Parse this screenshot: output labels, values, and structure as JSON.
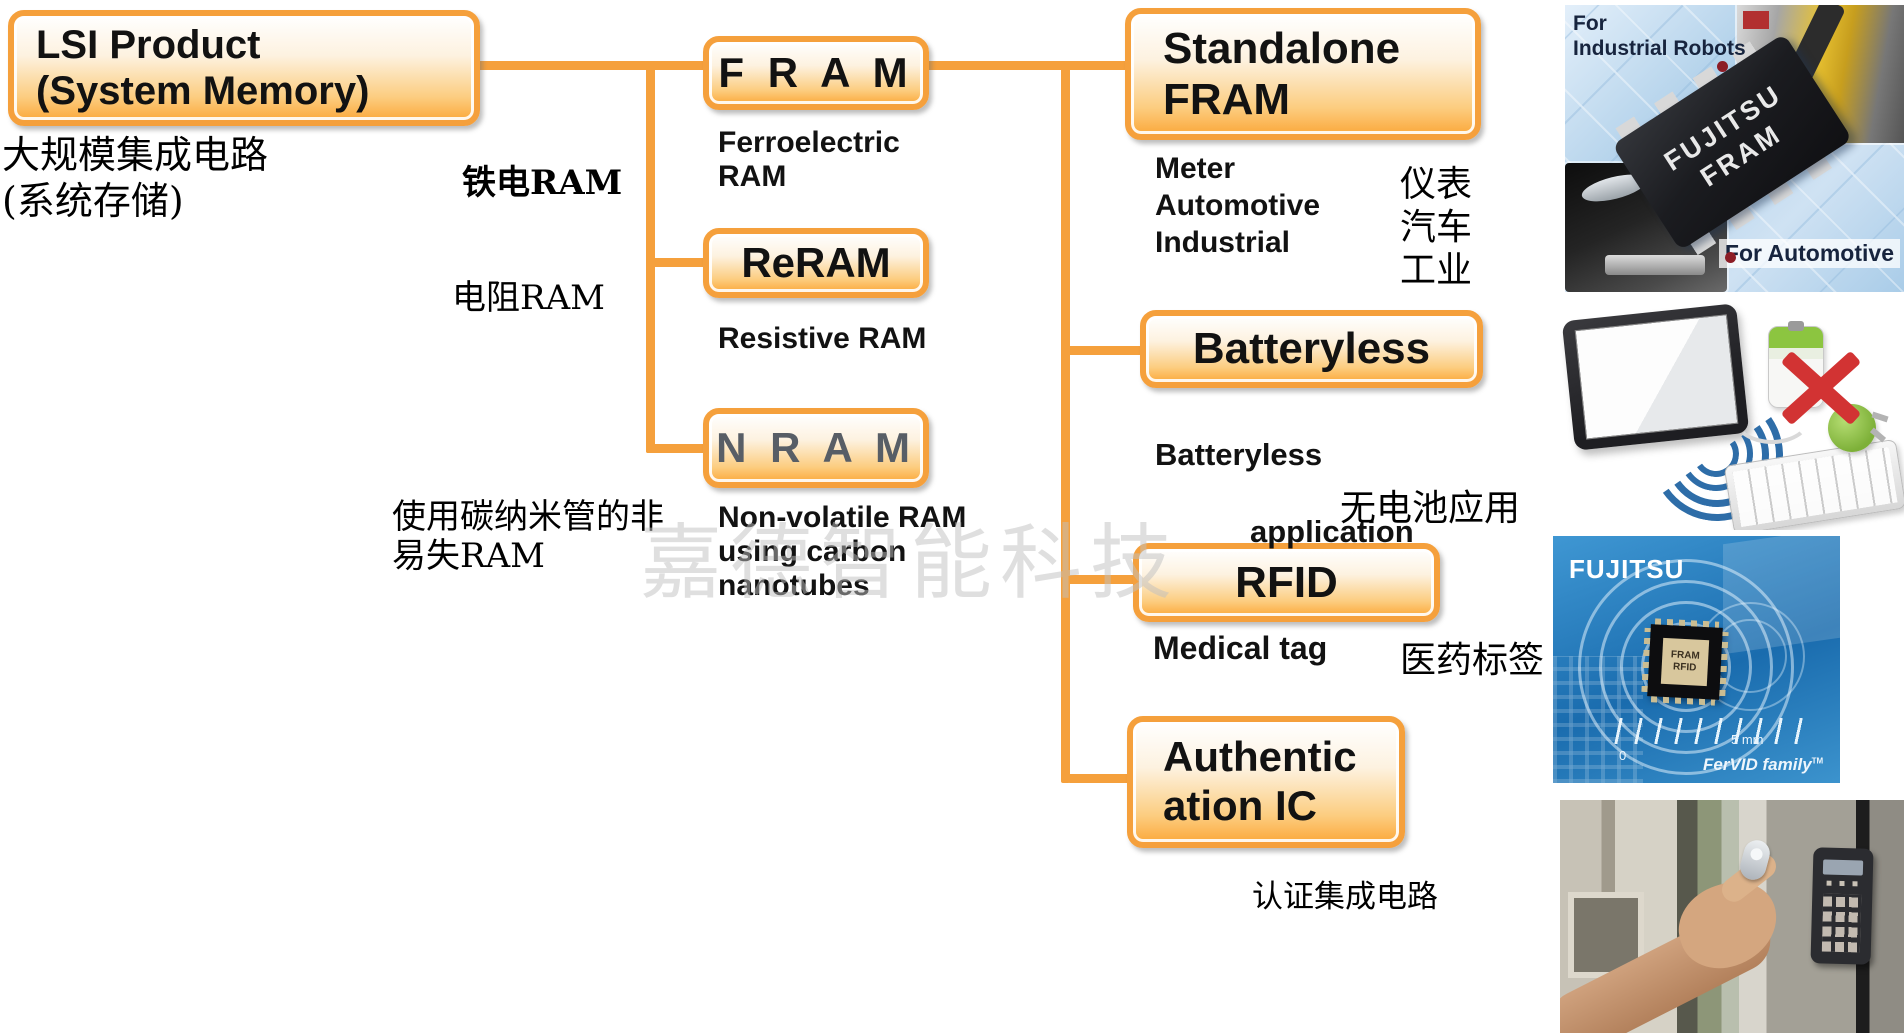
{
  "colors": {
    "accent": "#F5A03C",
    "nram_text": "#585E66",
    "watermark_gray": "#C0C0C0"
  },
  "watermark": "嘉德智能科技",
  "nodes": {
    "root": {
      "label": "LSI Product\n(System Memory)",
      "cn": "大规模集成电路\n(系统存储)"
    },
    "fram": {
      "label": "F R A M",
      "sub": "Ferroelectric\nRAM",
      "cn": "铁电RAM"
    },
    "reram": {
      "label": "ReRAM",
      "sub": "Resistive RAM",
      "cn": "电阻RAM"
    },
    "nram": {
      "label": "N R A M",
      "sub": "Non-volatile RAM\nusing carbon\nnanotubes",
      "cn": "使用碳纳米管的非\n易失RAM"
    },
    "standalone": {
      "label": "Standalone\nFRAM",
      "sub": "Meter\nAutomotive\nIndustrial",
      "cn": "仪表\n汽车\n工业"
    },
    "batteryless": {
      "label": "Batteryless",
      "sub_line1": "Batteryless",
      "sub_line2": "application",
      "cn": "无电池应用"
    },
    "rfid": {
      "label": "RFID",
      "sub": "Medical tag",
      "cn": "医药标签"
    },
    "auth": {
      "label": "Authentic\nation IC",
      "cn": "认证集成电路"
    }
  },
  "photos": {
    "fram_chip": {
      "caption_top": "For\nIndustrial Robots",
      "caption_bottom": "For Automotive",
      "chip_text": "FUJITSU\nFRAM"
    },
    "rfid_tag": {
      "brand": "FUJITSU",
      "chip_text": "FRAM\nRFID",
      "ruler_zero": "0",
      "ruler_five": "5 mm",
      "family": "FerVID family",
      "tm": "TM"
    }
  }
}
